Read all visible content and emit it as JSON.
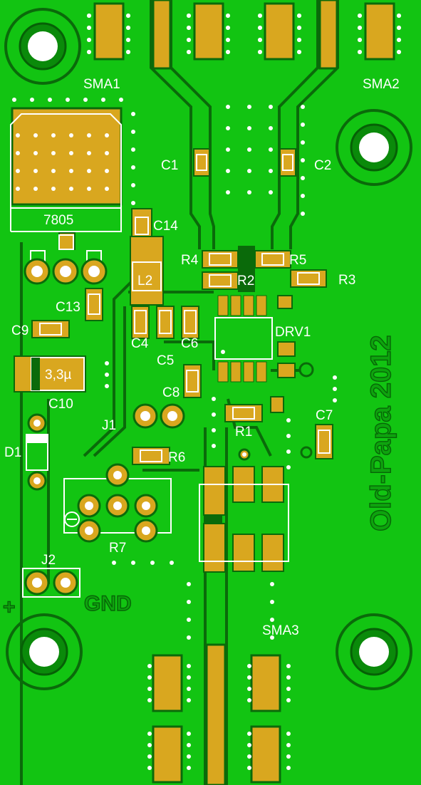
{
  "colors": {
    "board": "#12c412",
    "copper_clearance": "#0a6a0a",
    "pad": "#d9a71f",
    "silkscreen": "#ffffff",
    "drill": "#ffffff"
  },
  "connectors": {
    "sma1": "SMA1",
    "sma2": "SMA2",
    "sma3": "SMA3"
  },
  "parts": {
    "c1": "C1",
    "c2": "C2",
    "c4": "C4",
    "c5": "C5",
    "c6": "C6",
    "c7": "C7",
    "c8": "C8",
    "c9": "C9",
    "c10": "C10",
    "c10_value": "3,3µ",
    "c13": "C13",
    "c14": "C14",
    "r1": "R1",
    "r2": "R2",
    "r3": "R3",
    "r4": "R4",
    "r5": "R5",
    "r6": "R6",
    "r7": "R7",
    "l2": "L2",
    "d1": "D1",
    "j1": "J1",
    "j2": "J2",
    "drv1": "DRV1",
    "reg": "7805"
  },
  "power": {
    "plus": "+",
    "gnd": "GND"
  },
  "branding": {
    "signature": "Old-Papa 2012"
  },
  "icons": [
    "mounting-hole-icon",
    "via-icon",
    "minus-polarity-icon"
  ]
}
